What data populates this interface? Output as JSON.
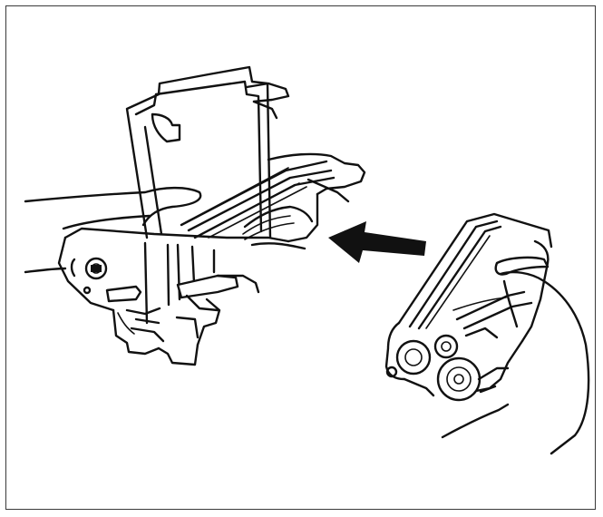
{
  "colors": {
    "ink": "#111111",
    "paper": "#ffffff",
    "frame": "#3a3a3a"
  },
  "figure": {
    "icons": [
      "drum-unit-illustration",
      "toner-cartridge-illustration",
      "insert-direction-arrow-icon",
      "left-hand-illustration",
      "right-hand-illustration"
    ]
  }
}
